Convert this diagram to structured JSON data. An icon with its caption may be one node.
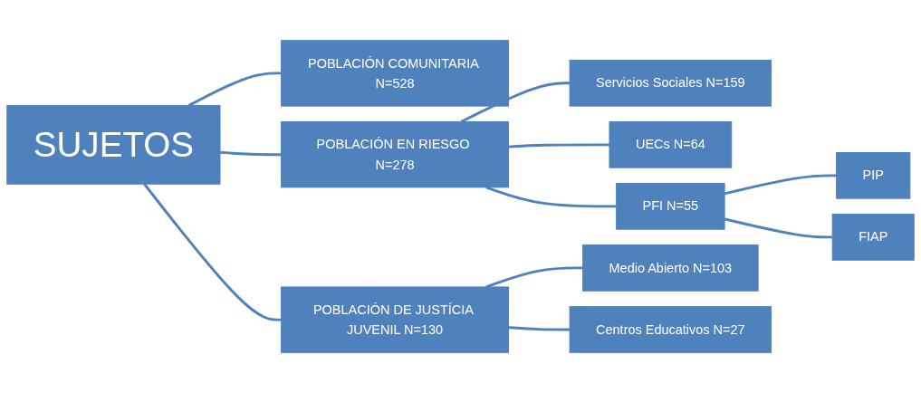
{
  "diagram": {
    "nodes": [
      {
        "text": [
          "SUJETOS"
        ]
      },
      {
        "text": [
          "POBLACIÓN COMUNITARIA N=528"
        ]
      },
      {
        "text": [
          "POBLACIÓN EN RIESGO N=278"
        ]
      },
      {
        "text": [
          "POBLACIÓN DE JUSTÍCIA JUVENIL N=130"
        ]
      },
      {
        "text": [
          "Servicios Sociales N=159"
        ]
      },
      {
        "text": [
          "UECs N=64"
        ]
      },
      {
        "text": [
          "PFI N=55"
        ]
      },
      {
        "text": [
          "Medio Abierto N=103"
        ]
      },
      {
        "text": [
          "Centros Educativos N=27"
        ]
      },
      {
        "text": [
          "PIP"
        ]
      },
      {
        "text": [
          "FIAP"
        ]
      }
    ],
    "edges": [
      {
        "from": 0,
        "to": 1,
        "arrow": "none"
      },
      {
        "from": 0,
        "to": 2,
        "arrow": "none"
      },
      {
        "from": 0,
        "to": 3,
        "arrow": "none"
      },
      {
        "from": 2,
        "to": 4,
        "arrow": "none"
      },
      {
        "from": 2,
        "to": 5,
        "arrow": "none"
      },
      {
        "from": 2,
        "to": 6,
        "arrow": "none"
      },
      {
        "from": 6,
        "to": 9,
        "arrow": "none"
      },
      {
        "from": 6,
        "to": 10,
        "arrow": "none"
      },
      {
        "from": 3,
        "to": 7,
        "arrow": "none"
      },
      {
        "from": 3,
        "to": 8,
        "arrow": "none"
      }
    ]
  }
}
